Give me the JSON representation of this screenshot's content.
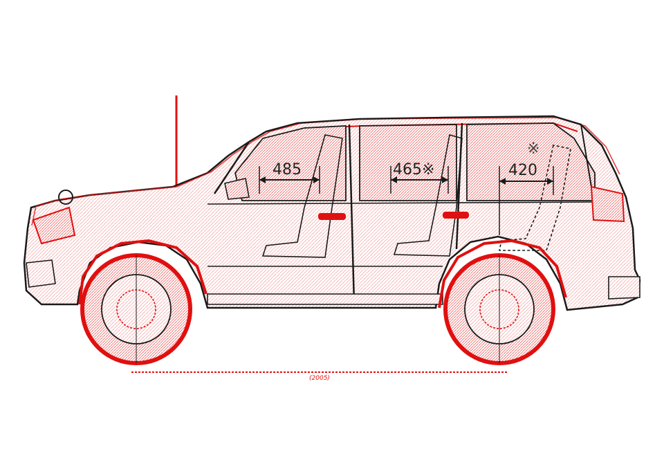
{
  "diagram": {
    "colors": {
      "outline": "#1a1a1a",
      "accent": "#e01010",
      "hatch": "#f3b3b3",
      "background": "#ffffff"
    },
    "dimensions": [
      {
        "label": "485"
      },
      {
        "label": "465※"
      },
      {
        "label": "420"
      }
    ],
    "rear_mark": "※",
    "footer_mark": "(2005)"
  }
}
